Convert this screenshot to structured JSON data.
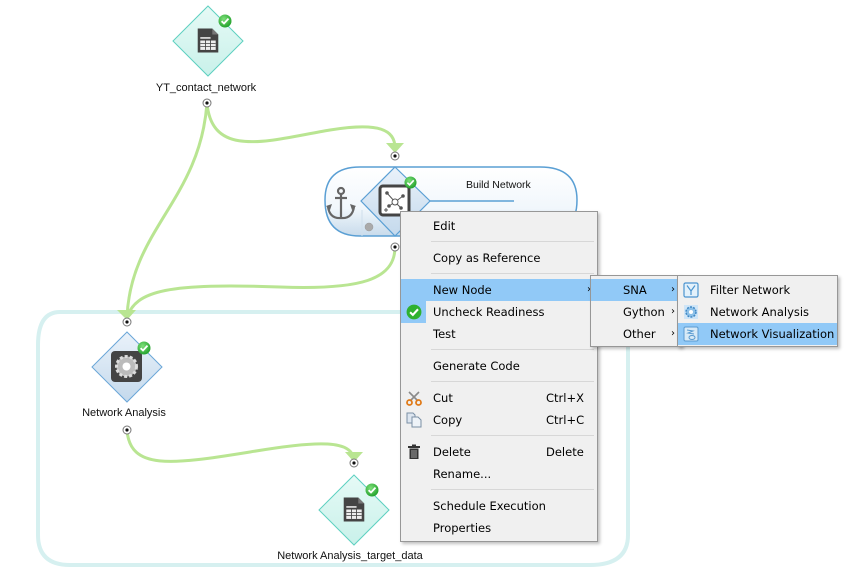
{
  "canvas": {
    "edge_color": "#b9e592",
    "group_border_color": "#d6f0f0",
    "nodes": [
      {
        "id": "yt",
        "label": "YT_contact_network",
        "type": "data",
        "status": "ready",
        "icon": "table-document-icon"
      },
      {
        "id": "build",
        "label": "Build Network",
        "type": "loop-operator",
        "status": "ready",
        "icon": "network-build-icon",
        "anchor_icon": "anchor-icon"
      },
      {
        "id": "na",
        "label": "Network Analysis",
        "type": "operator",
        "status": "ready",
        "icon": "gear-icon"
      },
      {
        "id": "target",
        "label": "Network Analysis_target_data",
        "type": "data",
        "status": "ready",
        "icon": "table-document-icon"
      }
    ],
    "edges": [
      {
        "from": "yt",
        "to": "build"
      },
      {
        "from": "yt",
        "to": "na"
      },
      {
        "from": "build",
        "to": "na"
      },
      {
        "from": "na",
        "to": "target"
      }
    ]
  },
  "context_menu": {
    "items": [
      {
        "label": "Edit"
      },
      {
        "separator": true
      },
      {
        "label": "Copy as Reference"
      },
      {
        "separator": true
      },
      {
        "label": "New Node",
        "submenu": true,
        "highlighted": true
      },
      {
        "label": "Uncheck Readiness",
        "icon": "check-circle-icon"
      },
      {
        "label": "Test"
      },
      {
        "separator": true
      },
      {
        "label": "Generate Code"
      },
      {
        "separator": true
      },
      {
        "label": "Cut",
        "shortcut": "Ctrl+X",
        "icon": "scissors-icon"
      },
      {
        "label": "Copy",
        "shortcut": "Ctrl+C",
        "icon": "copy-icon"
      },
      {
        "separator": true
      },
      {
        "label": "Delete",
        "shortcut": "Delete",
        "icon": "trash-icon"
      },
      {
        "label": "Rename..."
      },
      {
        "separator": true
      },
      {
        "label": "Schedule Execution"
      },
      {
        "label": "Properties"
      }
    ]
  },
  "submenu_new_node": {
    "items": [
      {
        "label": "SNA",
        "submenu": true,
        "highlighted": true
      },
      {
        "label": "Gython",
        "submenu": true
      },
      {
        "label": "Other",
        "submenu": true
      }
    ]
  },
  "submenu_sna": {
    "items": [
      {
        "label": "Filter Network",
        "icon": "filter-network-icon"
      },
      {
        "label": "Network Analysis",
        "icon": "network-analysis-icon"
      },
      {
        "label": "Network Visualization",
        "icon": "network-visualization-icon",
        "highlighted": true
      }
    ]
  },
  "colors": {
    "menu_bg": "#f0f0f0",
    "menu_highlight": "#91c9f7",
    "check_green": "#2fb12f"
  }
}
